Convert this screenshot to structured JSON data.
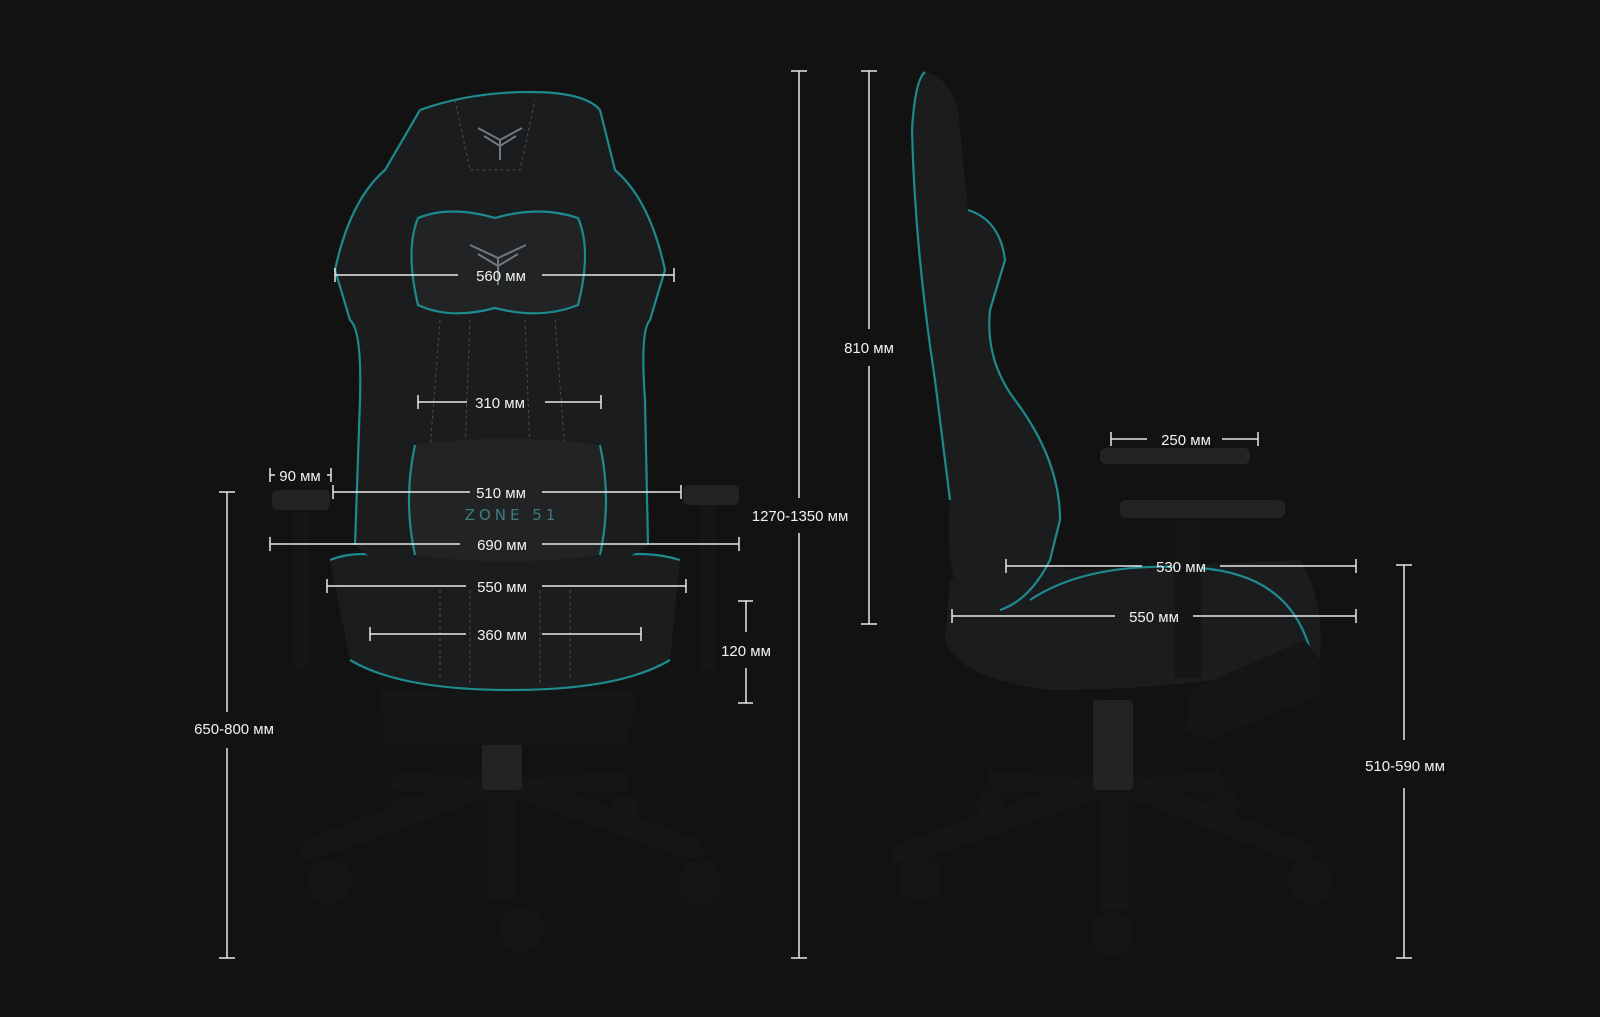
{
  "brand": {
    "logo_text": "ZONE 51"
  },
  "colors": {
    "background": "#121212",
    "piping_accent": "#1d8a8e",
    "dimension_line": "#e8e8e8",
    "dimension_text": "#f2f2f2"
  },
  "front_view": {
    "headrest_width": "560 мм",
    "backrest_inner_width": "310 мм",
    "armrest_pad_width": "90 мм",
    "armrest_inner_distance": "510 мм",
    "overall_width": "690 мм",
    "seat_width": "550 мм",
    "seat_inner_width": "360 мм",
    "armrest_height_adjust": "120 мм",
    "armrest_floor_height": "650-800 мм",
    "overall_height": "1270-1350 мм"
  },
  "side_view": {
    "backrest_height": "810 мм",
    "armrest_length": "250 мм",
    "seat_depth": "530 мм",
    "overall_seat_depth": "550 мм",
    "seat_height": "510-590 мм"
  }
}
